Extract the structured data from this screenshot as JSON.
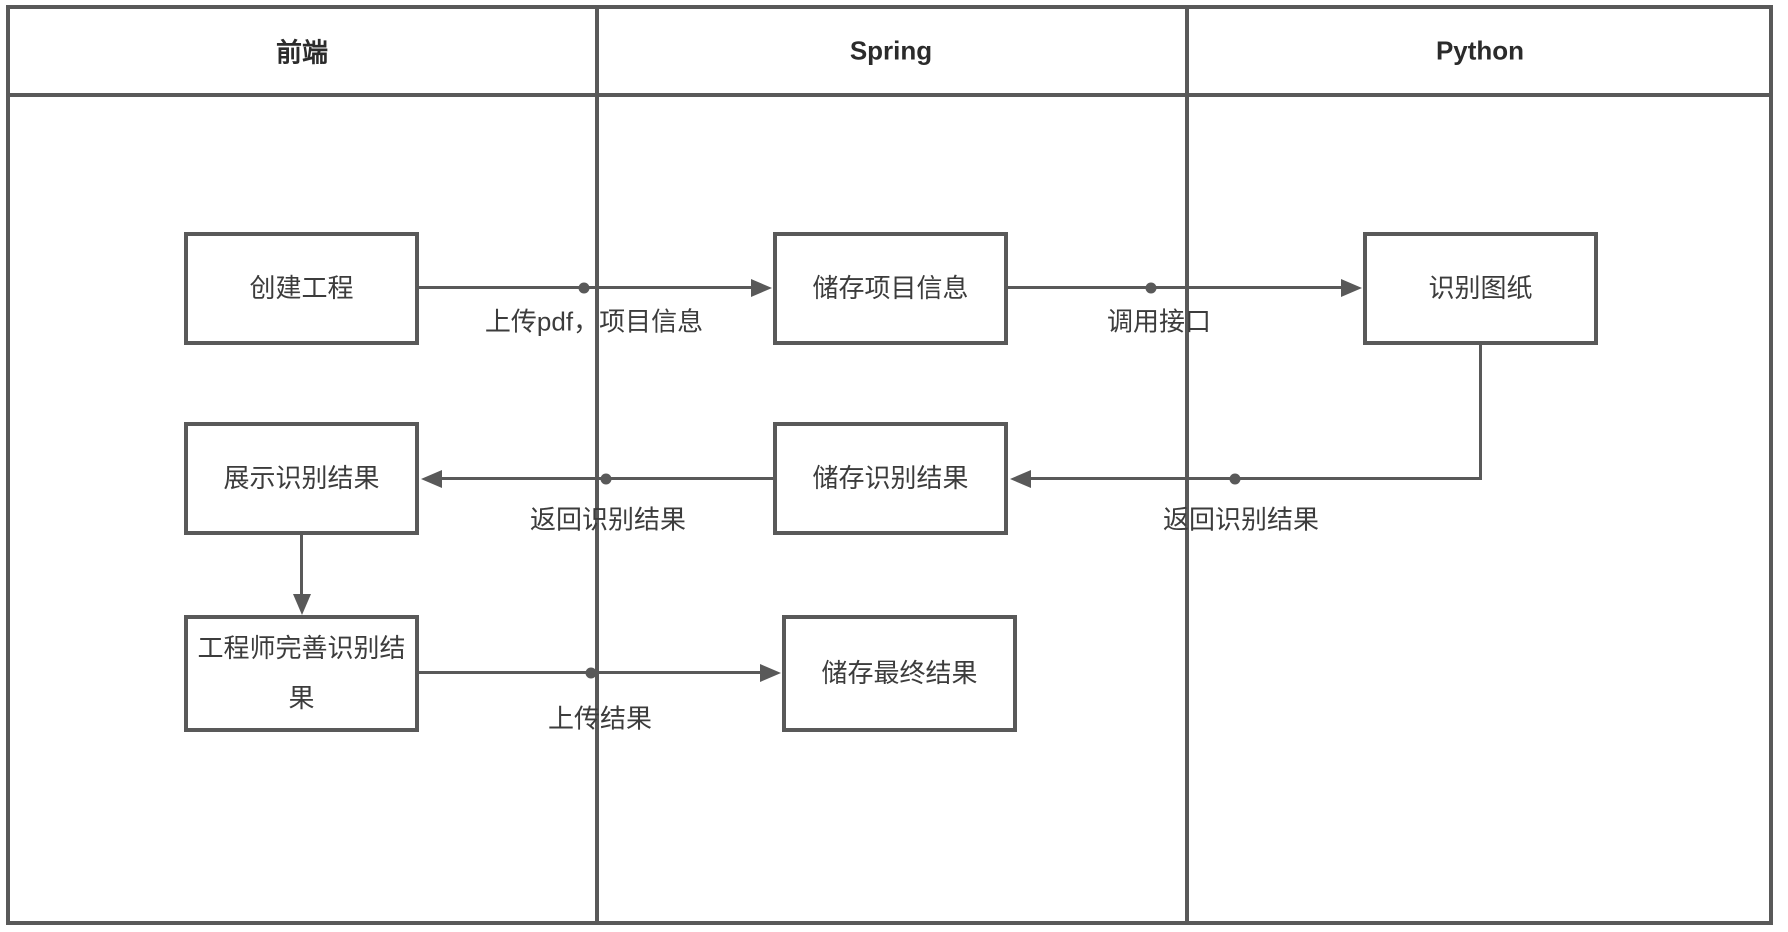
{
  "diagram": {
    "type": "swimlane-flowchart",
    "colors": {
      "line": "#595959",
      "text": "#3c3c3c",
      "header_text": "#2b2b2b",
      "node_fill": "#ffffff",
      "background": "#ffffff"
    },
    "lanes": [
      {
        "id": "frontend",
        "label": "前端"
      },
      {
        "id": "spring",
        "label": "Spring"
      },
      {
        "id": "python",
        "label": "Python"
      }
    ],
    "nodes": [
      {
        "id": "create-project",
        "lane": "frontend",
        "label": "创建工程"
      },
      {
        "id": "store-project-info",
        "lane": "spring",
        "label": "储存项目信息"
      },
      {
        "id": "recognize-drawing",
        "lane": "python",
        "label": "识别图纸"
      },
      {
        "id": "show-recognition-result",
        "lane": "frontend",
        "label": "展示识别结果"
      },
      {
        "id": "store-recognition-result",
        "lane": "spring",
        "label": "储存识别结果"
      },
      {
        "id": "engineer-refine-result",
        "lane": "frontend",
        "label": "工程师完善识别结果"
      },
      {
        "id": "store-final-result",
        "lane": "spring",
        "label": "储存最终结果"
      }
    ],
    "edges": [
      {
        "from": "create-project",
        "to": "store-project-info",
        "label": "上传pdf，项目信息"
      },
      {
        "from": "store-project-info",
        "to": "recognize-drawing",
        "label": "调用接口"
      },
      {
        "from": "recognize-drawing",
        "to": "store-recognition-result",
        "label": "返回识别结果"
      },
      {
        "from": "store-recognition-result",
        "to": "show-recognition-result",
        "label": "返回识别结果"
      },
      {
        "from": "show-recognition-result",
        "to": "engineer-refine-result",
        "label": ""
      },
      {
        "from": "engineer-refine-result",
        "to": "store-final-result",
        "label": "上传结果"
      }
    ]
  }
}
